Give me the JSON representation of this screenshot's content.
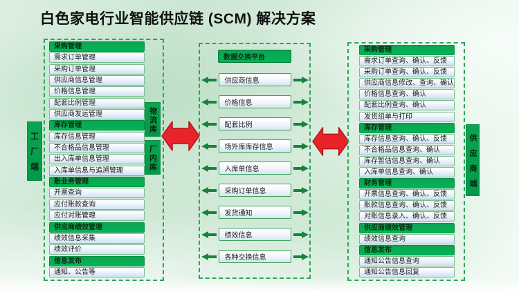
{
  "title": "白色家电行业智能供应链 (SCM) 解决方案",
  "side_labels": {
    "factory": "工厂端",
    "supplier": "供应商端"
  },
  "warehouse_labels": [
    "物流库",
    "厂内库"
  ],
  "left_panel": {
    "sections": [
      {
        "header": "采购管理",
        "items": [
          "需求订单管理",
          "采购订单管理",
          "供应商信息管理",
          "价格信息管理",
          "配套比例管理",
          "供应商发运管理"
        ]
      },
      {
        "header": "库存管理",
        "items": [
          "库存信息管理",
          "不合格品信息管理",
          "出入库单信息管理",
          "入库单信息与追溯管理"
        ]
      },
      {
        "header": "账业务管理",
        "items": [
          "开票查询",
          "应付账款查询",
          "应付对账管理"
        ]
      },
      {
        "header": "供应商绩效管理",
        "items": [
          "绩效信息采集",
          "绩效评价"
        ]
      },
      {
        "header": "信息发布",
        "items": [
          "通知、公告等"
        ]
      }
    ]
  },
  "middle_panel": {
    "header": "数据交换平台",
    "items": [
      "供应商信息",
      "价格信息",
      "配套比例",
      "场外库库存信息",
      "入库单信息",
      "采购订单信息",
      "发货通知",
      "绩效信息",
      "各种交换信息"
    ]
  },
  "right_panel": {
    "sections": [
      {
        "header": "采购管理",
        "items": [
          "需求订单查询、确认、反馈",
          "采购订单查询、确认、反馈",
          "供应商信息修改、查询、确认",
          "价格信息查询、确认",
          "配套比例查询、确认",
          "发货组单与打印"
        ]
      },
      {
        "header": "库存管理",
        "items": [
          "库存信息查询、确认、反馈",
          "不合格品信息查询、确认",
          "库存暂估信息查询、确认",
          "入库单信息查询、确认"
        ]
      },
      {
        "header": "财务管理",
        "items": [
          "开票信息查询、确认、反馈",
          "账款信息查询、确认、反馈",
          "对账信息录入、确认、反馈"
        ]
      },
      {
        "header": "供应商绩效管理",
        "items": [
          "绩效信息查询"
        ]
      },
      {
        "header": "信息发布",
        "items": [
          "通知公告信息查询",
          "通知公告信息回复"
        ]
      }
    ]
  },
  "colors": {
    "header_green_top": "#0fa352",
    "header_green_bottom": "#00b557",
    "dashed_border_green": "#2ba55a",
    "item_border_green": "#79be8e",
    "item_bg_bottom": "#cee1f2",
    "arrow_green": "#17843c",
    "arrow_red": "#e82329",
    "arrow_red_outline": "#b5121b",
    "title_text": "#101010"
  }
}
